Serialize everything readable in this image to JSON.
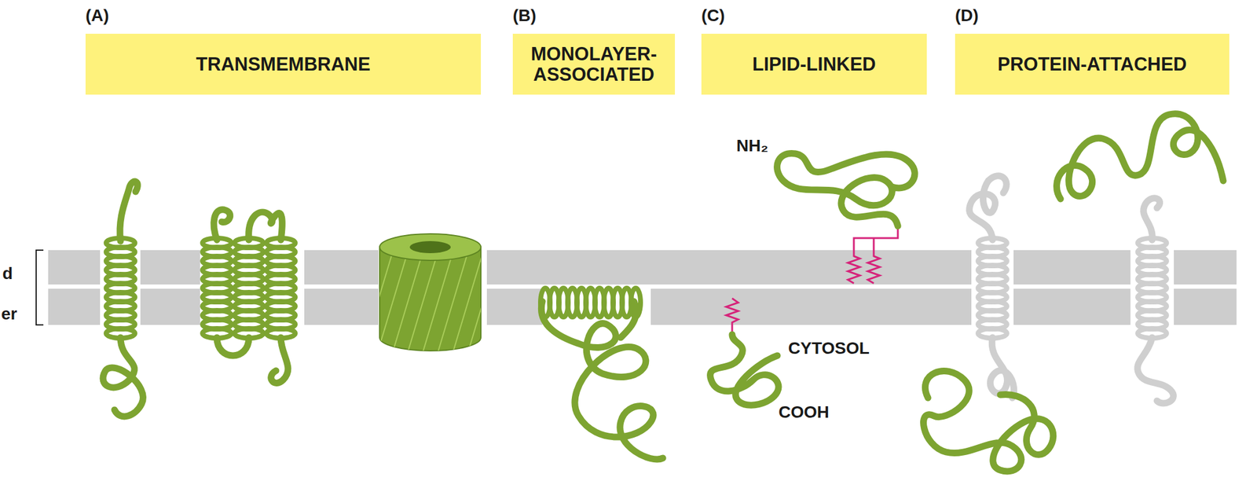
{
  "diagram": {
    "nodes": [
      {
        "text": [
          "(A)",
          "TRANSMEMBRANE"
        ]
      },
      {
        "text": [
          "(B)",
          "MONOLAYER-ASSOCIATED"
        ]
      },
      {
        "text": [
          "(C)",
          "LIPID-LINKED"
        ]
      },
      {
        "text": [
          "(D)",
          "PROTEIN-ATTACHED"
        ]
      }
    ],
    "labels": [
      "NH₂",
      "CYTOSOL",
      "COOH",
      "d",
      "er"
    ]
  }
}
